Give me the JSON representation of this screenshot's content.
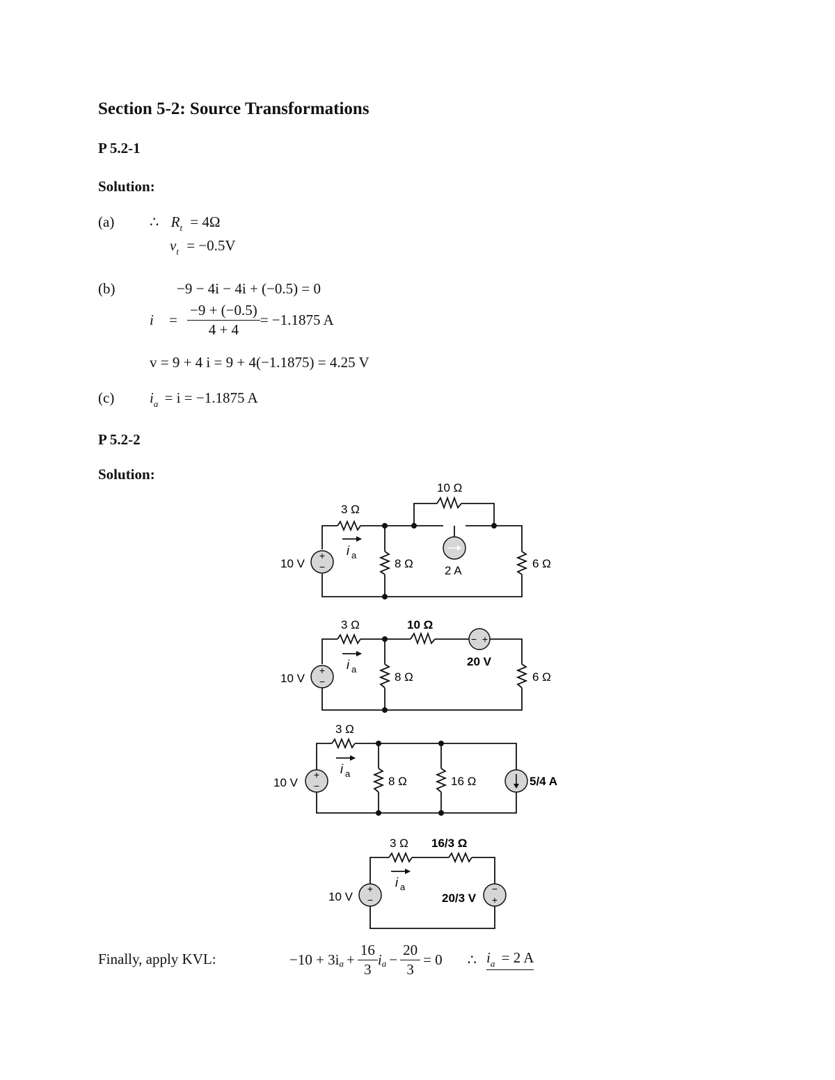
{
  "section_title": "Section 5-2: Source Transformations",
  "p1": {
    "heading": "P 5.2-1",
    "solution_label": "Solution:",
    "a": {
      "label": "(a)",
      "therefore": "∴",
      "line1_var": "R",
      "line1_sub": "t",
      "line1_rhs": "= 4Ω",
      "line2_var": "v",
      "line2_sub": "t",
      "line2_rhs": "= −0.5V"
    },
    "b": {
      "label": "(b)",
      "kvl": "−9 − 4i − 4i + (−0.5) = 0",
      "i_var": "i",
      "i_eq": "=",
      "i_num": "−9 + (−0.5)",
      "i_den": "4 + 4",
      "i_result": "= −1.1875 A",
      "v_line": "v = 9 + 4 i = 9 + 4(−1.1875) = 4.25 V"
    },
    "c": {
      "label": "(c)",
      "var": "i",
      "sub": "a",
      "rhs": "= i = −1.1875 A"
    }
  },
  "p2": {
    "heading": "P 5.2-2",
    "solution_label": "Solution:",
    "circuit1": {
      "r_series": "3 Ω",
      "r_shunt": "8 Ω",
      "r_bridge": "10 Ω",
      "current_source": "2 A",
      "r_load": "6 Ω",
      "v_source": "10 V",
      "current_label": "i",
      "current_sub": "a",
      "plus": "+",
      "minus": "−"
    },
    "circuit2": {
      "r_series": "3 Ω",
      "r_mid": "10 Ω",
      "v_mid": "20 V",
      "r_shunt": "8 Ω",
      "r_load": "6 Ω",
      "v_source": "10 V",
      "current_label": "i",
      "current_sub": "a",
      "plus": "+",
      "minus": "−"
    },
    "circuit3": {
      "r_series": "3 Ω",
      "r_shunt1": "8 Ω",
      "r_shunt2": "16 Ω",
      "current_source": "5/4 A",
      "v_source": "10 V",
      "current_label": "i",
      "current_sub": "a",
      "plus": "+",
      "minus": "−"
    },
    "circuit4": {
      "r_series1": "3 Ω",
      "r_series2": "16/3 Ω",
      "v_source": "10 V",
      "v_right": "20/3 V",
      "current_label": "i",
      "current_sub": "a",
      "plus": "+",
      "minus": "−"
    },
    "final": {
      "text": "Finally, apply KVL:",
      "eq_start": "−10 + 3i",
      "eq_sub1": "a",
      "eq_plus": "+",
      "frac1_num": "16",
      "frac1_den": "3",
      "eq_i": "i",
      "eq_sub2": "a",
      "eq_minus": "−",
      "frac2_num": "20",
      "frac2_den": "3",
      "eq_end": "= 0",
      "therefore": "∴",
      "ans_var": "i",
      "ans_sub": "a",
      "ans_rhs": "=  2 A"
    }
  }
}
